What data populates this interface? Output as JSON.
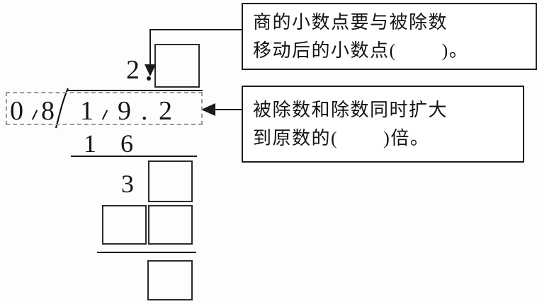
{
  "page": {
    "background": "#fdfdfd",
    "ink": "#161616",
    "highlight_border": "#9a9a9a"
  },
  "division": {
    "quotient": "2",
    "divisor": "0 8",
    "divisor_digits": [
      "0",
      "8"
    ],
    "dividend_digits": [
      "1",
      "9",
      ".",
      "2"
    ],
    "dividend": "1 9 . 2",
    "partial_product": [
      "1",
      "6"
    ],
    "partial_product_text": "1 6",
    "second_row_digit": "3",
    "blank_symbol": ""
  },
  "blanks": {
    "quotient_box": "",
    "row2_right_box": "",
    "row3_left_box": "",
    "row3_right_box": "",
    "remainder_box": ""
  },
  "notes": [
    {
      "id": "note-quotient-decimal",
      "lines": [
        "商的小数点要与被除数",
        "移动后的小数点(        )。"
      ]
    },
    {
      "id": "note-scale-factor",
      "lines": [
        "被除数和除数同时扩大",
        "到原数的(        )倍。"
      ]
    }
  ],
  "annotations": {
    "decimal_shift_tick": "、",
    "quotient_decimal_point": ".",
    "arrow_down": "▼",
    "arrow_left": "◀"
  }
}
